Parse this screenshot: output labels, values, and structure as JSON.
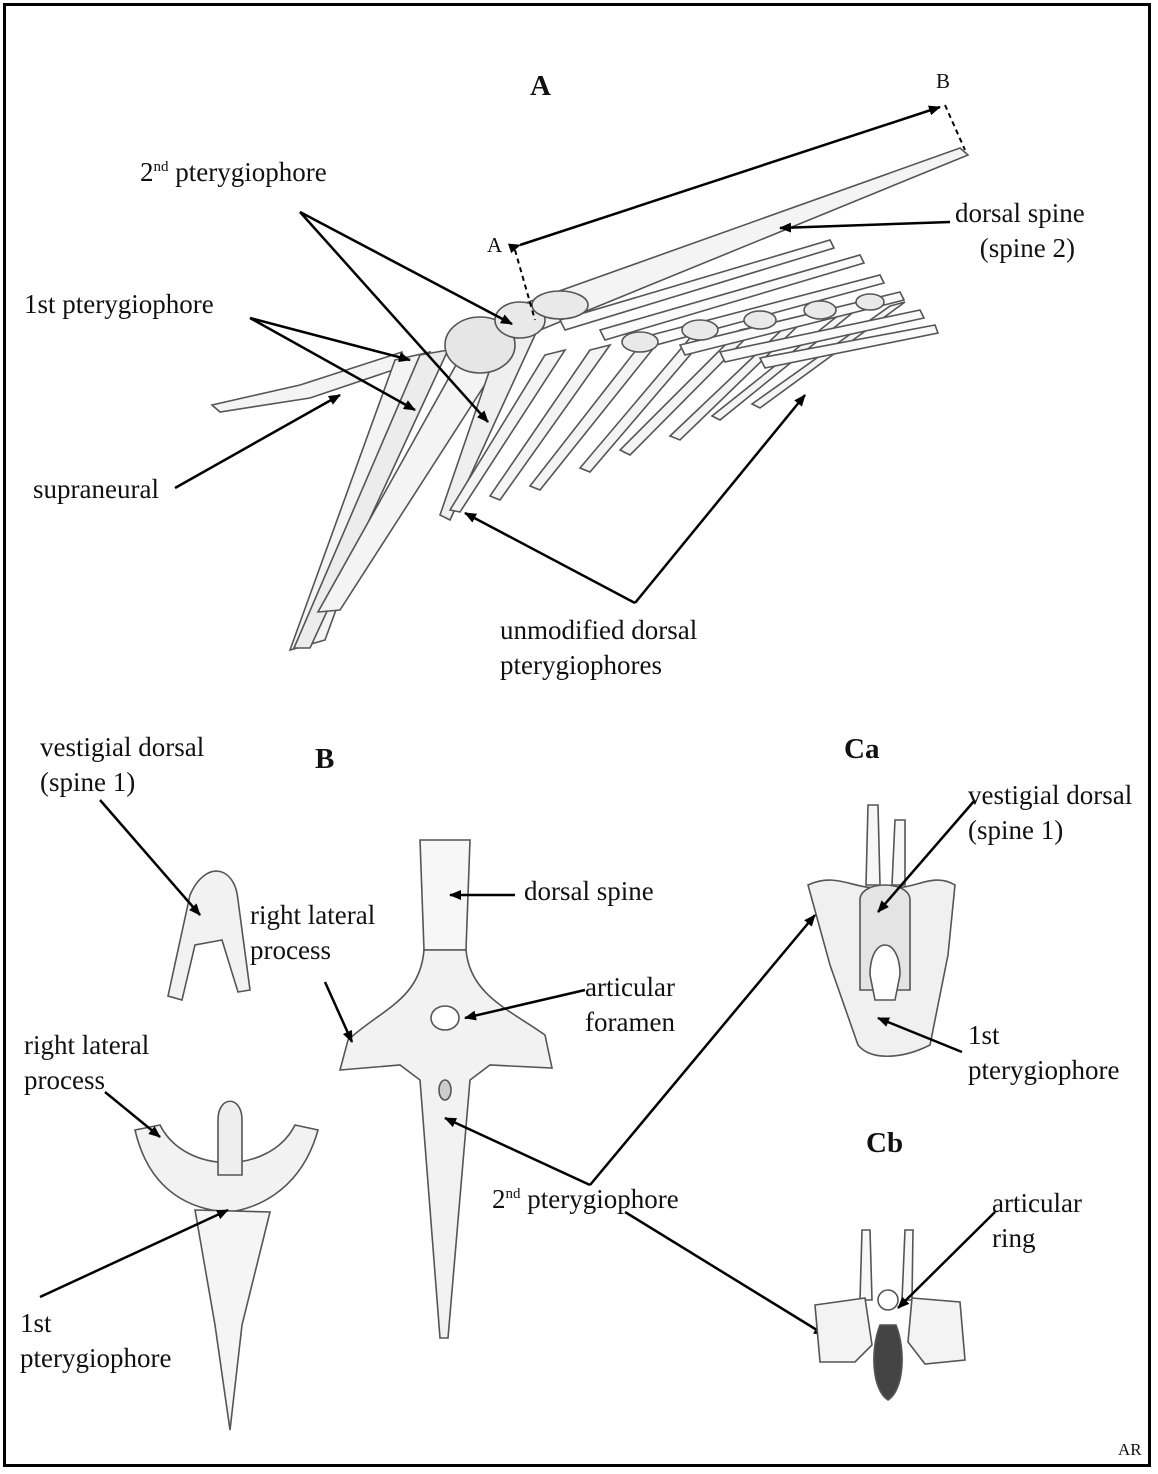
{
  "panels": {
    "a": "A",
    "b": "B",
    "ca": "Ca",
    "cb": "Cb"
  },
  "measure": {
    "start": "A",
    "end": "B"
  },
  "panel_a": {
    "second_pterygiophore": {
      "ordinal": "2",
      "sup": "nd",
      "text": "pterygiophore"
    },
    "first_pterygiophore": "1st pterygiophore",
    "supraneural": "supraneural",
    "dorsal_spine": "dorsal spine",
    "dorsal_spine_sub": "(spine 2)",
    "unmodified_line1": "unmodified dorsal",
    "unmodified_line2": "pterygiophores"
  },
  "panel_b": {
    "vestigial_line1": "vestigial dorsal",
    "vestigial_line2": "(spine 1)",
    "right_lateral_line1": "right lateral",
    "right_lateral_line2": "process",
    "right_lateral2_line1": "right  lateral",
    "right_lateral2_line2": "process",
    "dorsal_spine": "dorsal spine",
    "articular_line1": "articular",
    "articular_line2": "foramen",
    "first_ptery_line1": "1st",
    "first_ptery_line2": "pterygiophore",
    "second_pterygiophore": {
      "ordinal": "2",
      "sup": "nd",
      "text": "pterygiophore"
    }
  },
  "panel_c": {
    "vestigial_line1": "vestigial dorsal",
    "vestigial_line2": "(spine 1)",
    "first_ptery_line1": "1st",
    "first_ptery_line2": "pterygiophore",
    "articular_ring_line1": "articular",
    "articular_ring_line2": "ring"
  },
  "signature": "AR"
}
